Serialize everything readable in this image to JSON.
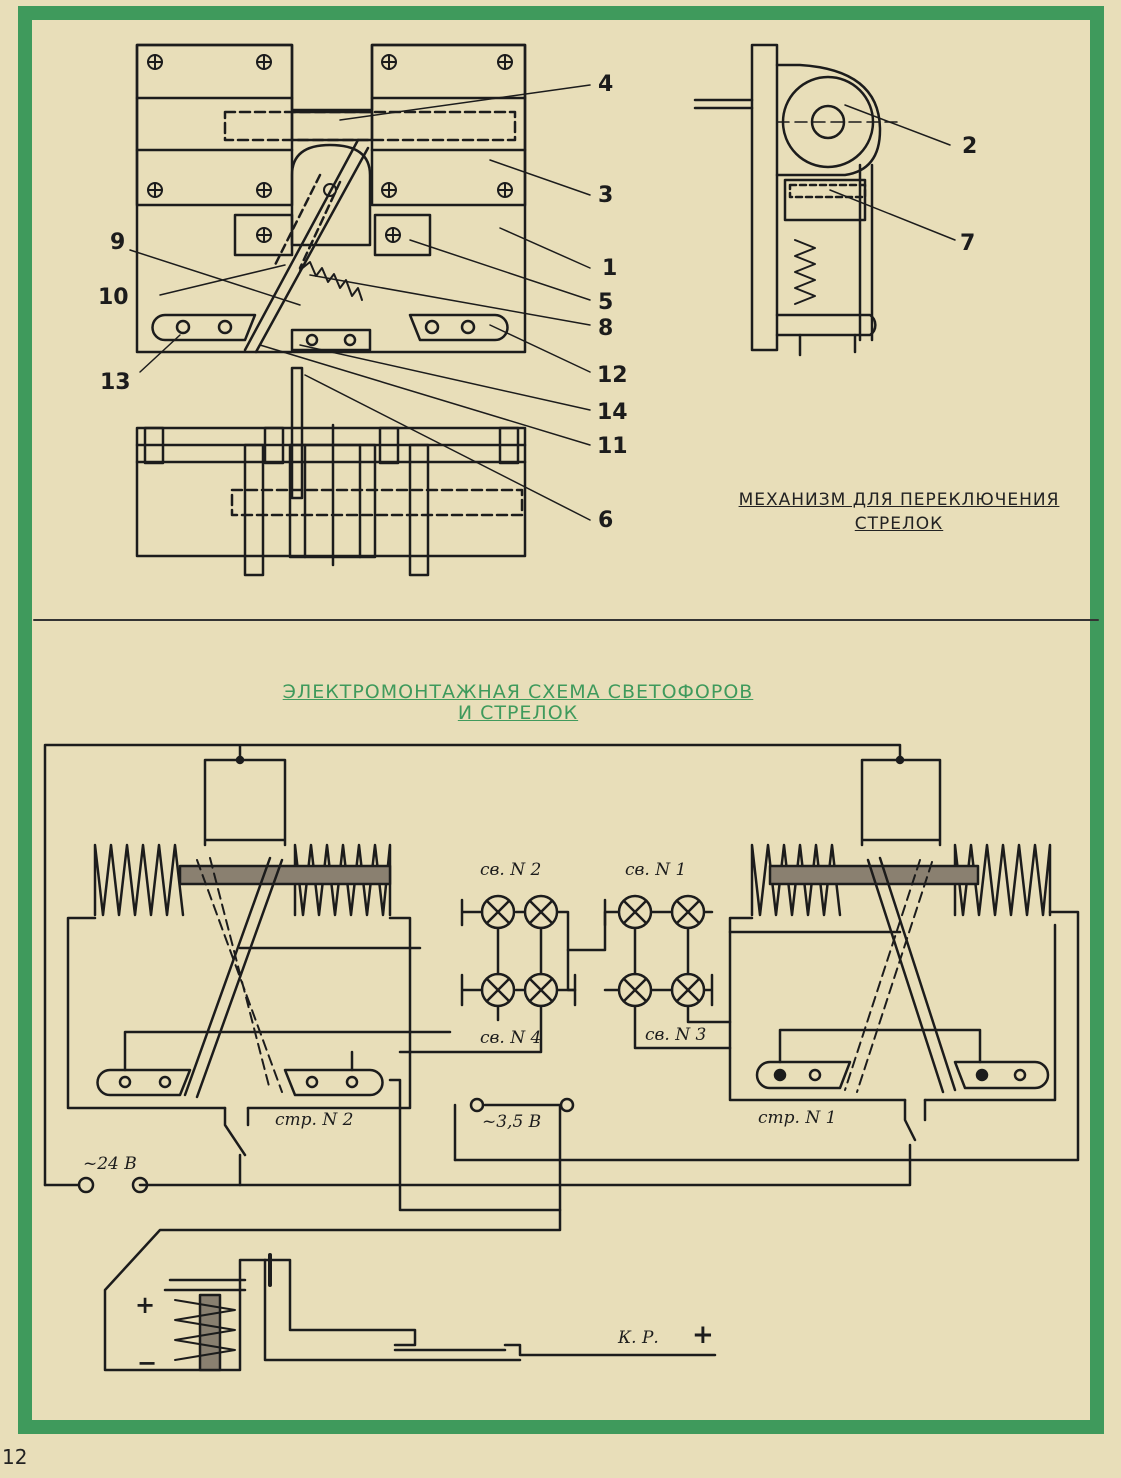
{
  "mechanism": {
    "title_line1": "МЕХАНИЗМ ДЛЯ ПЕРЕКЛЮЧЕНИЯ",
    "title_line2": "СТРЕЛОК",
    "callouts": [
      "1",
      "2",
      "3",
      "4",
      "5",
      "6",
      "7",
      "8",
      "9",
      "10",
      "11",
      "12",
      "13",
      "14"
    ]
  },
  "schematic": {
    "title_line1": "ЭЛЕКТРОМОНТАЖНАЯ СХЕМА СВЕТОФОРОВ",
    "title_line2": "И СТРЕЛОК",
    "signals": {
      "sv_n2": "св. N 2",
      "sv_n1": "св. N 1",
      "sv_n4": "св. N 4",
      "sv_n3": "св. N 3"
    },
    "switches": {
      "str_n2": "стр. N 2",
      "str_n1": "стр. N 1"
    },
    "power": {
      "v24": "~24 В",
      "v35": "~3,5 В"
    },
    "battery": {
      "plus": "+",
      "minus": "−",
      "kr": "К. Р.",
      "kr_plus": "+"
    }
  },
  "page_number": "12",
  "colors": {
    "paper": "#e8deb9",
    "frame_green": "#3f9a5c",
    "ink": "#1c1c1c"
  }
}
